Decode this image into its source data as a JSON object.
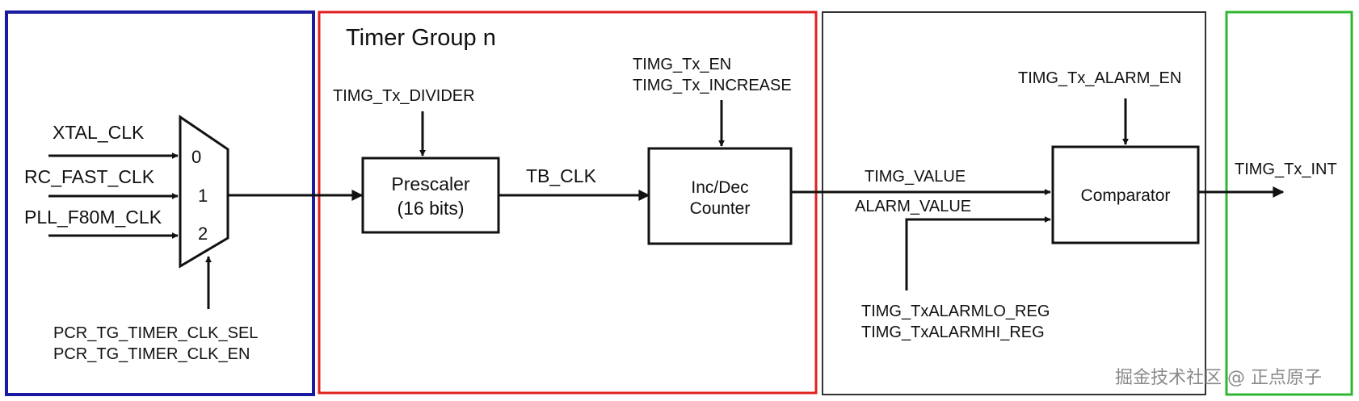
{
  "regions": {
    "clock_source": {
      "color": "#1a1aa0"
    },
    "timer_group": {
      "title": "Timer Group n",
      "color": "#e02020"
    },
    "comparator_stage": {
      "color": "#333333"
    },
    "output": {
      "color": "#2fb82f"
    }
  },
  "mux": {
    "inputs": [
      {
        "signal": "XTAL_CLK",
        "index": "0"
      },
      {
        "signal": "RC_FAST_CLK",
        "index": "1"
      },
      {
        "signal": "PLL_F80M_CLK",
        "index": "2"
      }
    ],
    "select_signals": [
      "PCR_TG_TIMER_CLK_SEL",
      "PCR_TG_TIMER_CLK_EN"
    ]
  },
  "prescaler": {
    "label_line1": "Prescaler",
    "label_line2": "(16 bits)",
    "control": "TIMG_Tx_DIVIDER"
  },
  "tb_clk": "TB_CLK",
  "counter": {
    "label_line1": "Inc/Dec",
    "label_line2": "Counter",
    "controls": [
      "TIMG_Tx_EN",
      "TIMG_Tx_INCREASE"
    ]
  },
  "comparator": {
    "label": "Comparator",
    "control": "TIMG_Tx_ALARM_EN",
    "input_value": "TIMG_VALUE",
    "input_alarm": "ALARM_VALUE",
    "alarm_regs": [
      "TIMG_TxALARMLO_REG",
      "TIMG_TxALARMHI_REG"
    ]
  },
  "output": {
    "signal": "TIMG_Tx_INT"
  },
  "watermark": "掘金技术社区 @ 正点原子"
}
